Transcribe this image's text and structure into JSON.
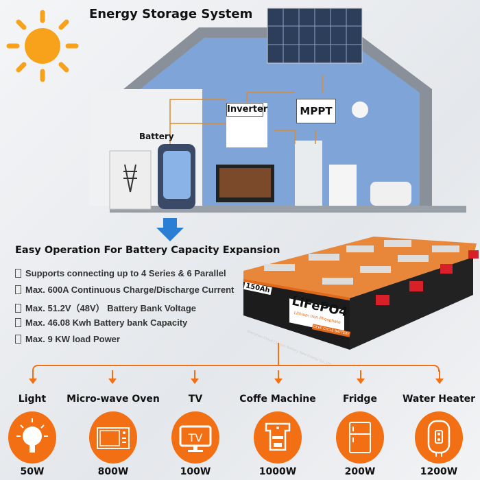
{
  "header": {
    "title": "Energy Storage System"
  },
  "diagram": {
    "inverter_label": "Inverter",
    "mppt_label": "MPPT",
    "battery_label": "Battery"
  },
  "section": {
    "title": "Easy Operation For Battery Capacity Expansion"
  },
  "features": [
    "Supports connecting up to 4 Series & 6 Parallel",
    "Max. 600A Continuous Charge/Discharge Current",
    "Max. 51.2V（48V） Battery Bank Voltage",
    "Max. 46.08 Kwh Battery bank Capacity",
    "Max. 9 KW load Power"
  ],
  "battery": {
    "capacity": "150Ah",
    "chemistry": "LiFePO4",
    "subtitle": "Lithium Iron Phosphate",
    "type": "DEEP CYCLE BATTERY",
    "maker": "Shenzhen Cloud Lithium Battery New Energy Co.,LTD"
  },
  "loads": [
    {
      "name": "Light",
      "power": "50W",
      "icon": "light-bulb-icon"
    },
    {
      "name": "Micro-wave Oven",
      "power": "800W",
      "icon": "microwave-icon"
    },
    {
      "name": "TV",
      "power": "100W",
      "icon": "tv-icon"
    },
    {
      "name": "Coffe Machine",
      "power": "1000W",
      "icon": "coffee-machine-icon"
    },
    {
      "name": "Fridge",
      "power": "200W",
      "icon": "fridge-icon"
    },
    {
      "name": "Water Heater",
      "power": "1200W",
      "icon": "water-heater-icon"
    }
  ],
  "colors": {
    "accent": "#f36f13",
    "house_wall": "#7fa5d8",
    "house_frame": "#8a9099"
  }
}
